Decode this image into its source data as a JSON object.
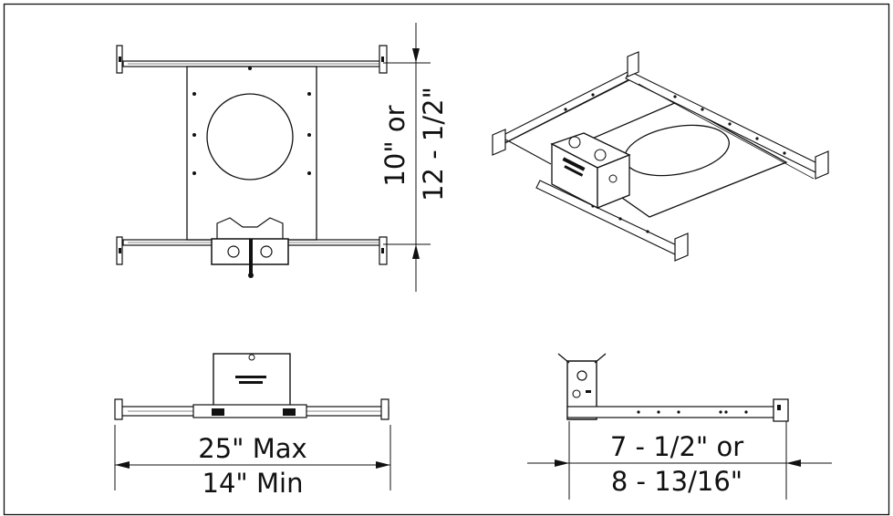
{
  "dimensions": {
    "joist_spacing": "10\" or",
    "joist_spacing_alt": "12 - 1/2\"",
    "bar_max": "25\" Max",
    "bar_min": "14\" Min",
    "depth": "7 - 1/2\" or",
    "depth_alt": "8 - 13/16\""
  },
  "colors": {
    "line": "#111111",
    "background": "#ffffff"
  }
}
